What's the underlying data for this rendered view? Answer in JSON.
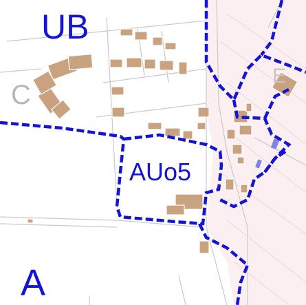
{
  "map": {
    "labels": {
      "zone_ub": "UB",
      "zone_auo5": "AUo5",
      "zone_a": "A",
      "ghost_c": "C",
      "ghost_right": "E"
    },
    "colors": {
      "zone_boundary": "#1414d4",
      "building": "#c9a27f",
      "pink_area": "#fbeff1",
      "road_line": "#c9c9c9",
      "water_feature": "#7b86e6"
    }
  }
}
